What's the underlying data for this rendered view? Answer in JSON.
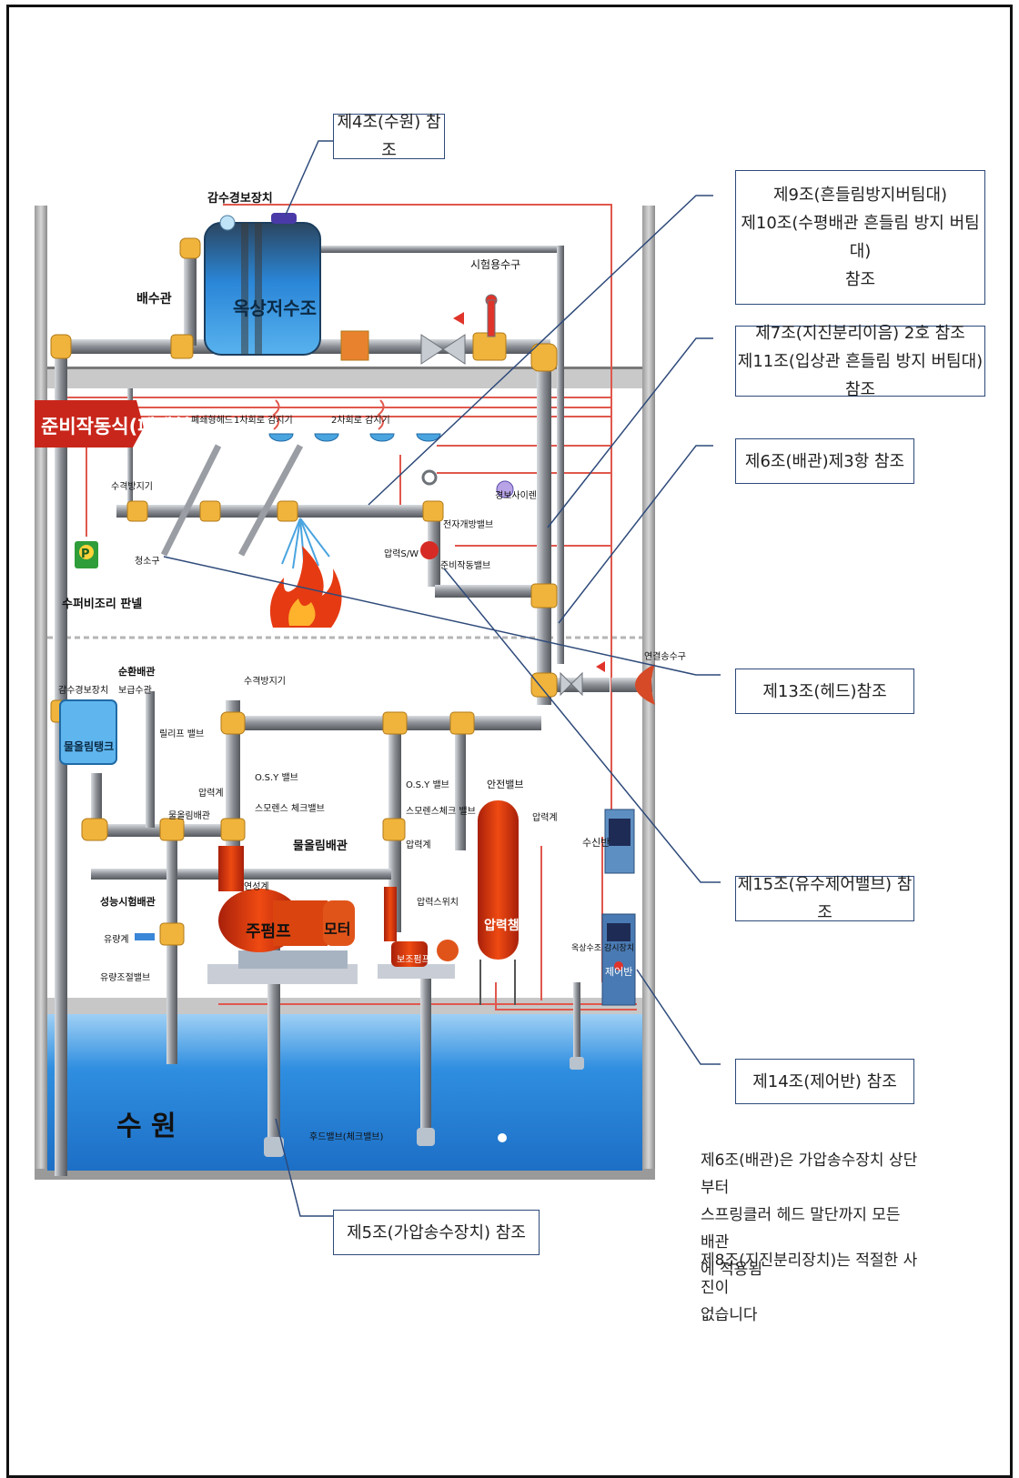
{
  "callouts": {
    "c4": "제4조(수원) 참조",
    "c9": [
      "제9조(흔들림방지버팀대)",
      "제10조(수평배관 흔들림 방지 버팀대)",
      "참조"
    ],
    "c7": [
      "제7조(지진분리이음) 2호 참조",
      "제11조(입상관 흔들림 방지 버팀대)참조"
    ],
    "c6": "제6조(배관)제3항 참조",
    "c13": "제13조(헤드)참조",
    "c15": "제15조(유수제어밸브) 참조",
    "c14": "제14조(제어반) 참조",
    "c5": "제5조(가압송수장치) 참조"
  },
  "notes": {
    "n1": [
      "제6조(배관)은 가압송수장치 상단부터",
      "스프링클러 헤드 말단까지 모든 배관",
      "에 적용됨"
    ],
    "n2": [
      "제8조(지진분리장치)는 적절한 사진이",
      "없습니다"
    ]
  },
  "diagram": {
    "banner": "준비작동식(폐쇄형)",
    "roof_tank": "옥상저수조",
    "low_level_alarm": "감수경보장치",
    "drain_pipe": "배수관",
    "test_valve": "시험용수구",
    "pre_action_head": "폐쇄형헤드",
    "detector1": "1차회로 감지기",
    "detector2": "2차회로 감지기",
    "water_hammer1": "수격방지기",
    "outlet": "청소구",
    "p_label": "P",
    "super_panel": "수퍼비조리 판넬",
    "alarm_siren": "경보사이렌",
    "solenoid": "전자개방밸브",
    "pressure_sw": "압력S/W",
    "preaction_valve": "준비작동밸브",
    "fire_dept": "연결송수구",
    "low_alarm2": "감수경보장치",
    "return_pipe": "순환배관",
    "supply_pipe": "보급수관",
    "relief_valve": "릴리프 밸브",
    "priming_tank": "물올림탱크",
    "water_hammer2": "수격방지기",
    "osy1": "O.S.Y 밸브",
    "check1": "스모렌스 체크밸브",
    "pressure_gauge1": "압력계",
    "fill_pipe1": "물올림배관",
    "fill_pipe2": "물올림배관",
    "perf_test": "성능시험배관",
    "flow_meter": "유량계",
    "flow_valve": "유량조절밸브",
    "compound_gauge": "연성계",
    "main_pump": "주펌프",
    "motor": "모터",
    "osy2": "O.S.Y 밸브",
    "check2": "스모렌스체크 밸브",
    "gauge2": "압력계",
    "safety_valve": "안전밸브",
    "gauge3": "압력계",
    "pressure_tank": "압력챔버",
    "pressure_switch": "압력스위치",
    "jockey_pump": "보조펌프",
    "receiver": "수신반",
    "control_panel": "제어반",
    "water_source": "수 원",
    "foot_valve": "후드밸브(체크밸브)",
    "alarm_line": "옥상수조 감시장치"
  },
  "colors": {
    "pipe": "#8b8f95",
    "fitting": "#f0b43c",
    "water": "#2f8ee0",
    "wire": "#e0584d",
    "callout_border": "#2e4a7a"
  }
}
